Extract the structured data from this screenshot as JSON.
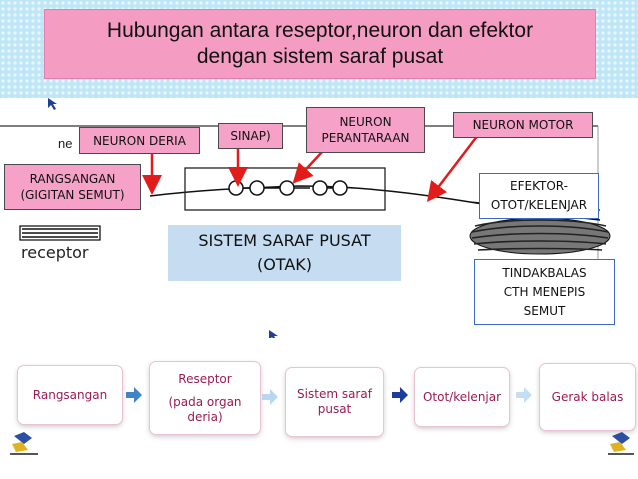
{
  "title": {
    "line1": "Hubungan antara reseptor,neuron dan efektor",
    "line2": "dengan sistem saraf pusat"
  },
  "labels": {
    "neuron_deria": "NEURON DERIA",
    "sinap": "SINAP)",
    "neuron_perantaraan_1": "NEURON",
    "neuron_perantaraan_2": "PERANTARAAN",
    "neuron_motor": "NEURON MOTOR",
    "rangsangan_1": "RANGSANGAN",
    "rangsangan_2": "(GIGITAN SEMUT)",
    "efektor_1": "EFEKTOR-",
    "efektor_2": "OTOT/KELENJAR",
    "tindakbalas_1": "TINDAKBALAS",
    "tindakbalas_2": "CTH MENEPIS",
    "tindakbalas_3": "SEMUT",
    "cns_1": "SISTEM SARAF PUSAT",
    "cns_2": "(OTAK)",
    "receptor": "receptor",
    "partial_ne": "ne"
  },
  "flow": {
    "step1": "Rangsangan",
    "step2_1": "Reseptor",
    "step2_2": "(pada organ",
    "step2_3": "deria)",
    "step3_1": "Sistem saraf",
    "step3_2": "pusat",
    "step4": "Otot/kelenjar",
    "step5": "Gerak balas"
  },
  "colors": {
    "pink": "#f6a2c8",
    "arrow_red": "#e21b1b",
    "flow_text": "#9a1c55",
    "flow_arrow": "#9cc8ea",
    "flow_arrow_dark": "#1c3f9b"
  }
}
